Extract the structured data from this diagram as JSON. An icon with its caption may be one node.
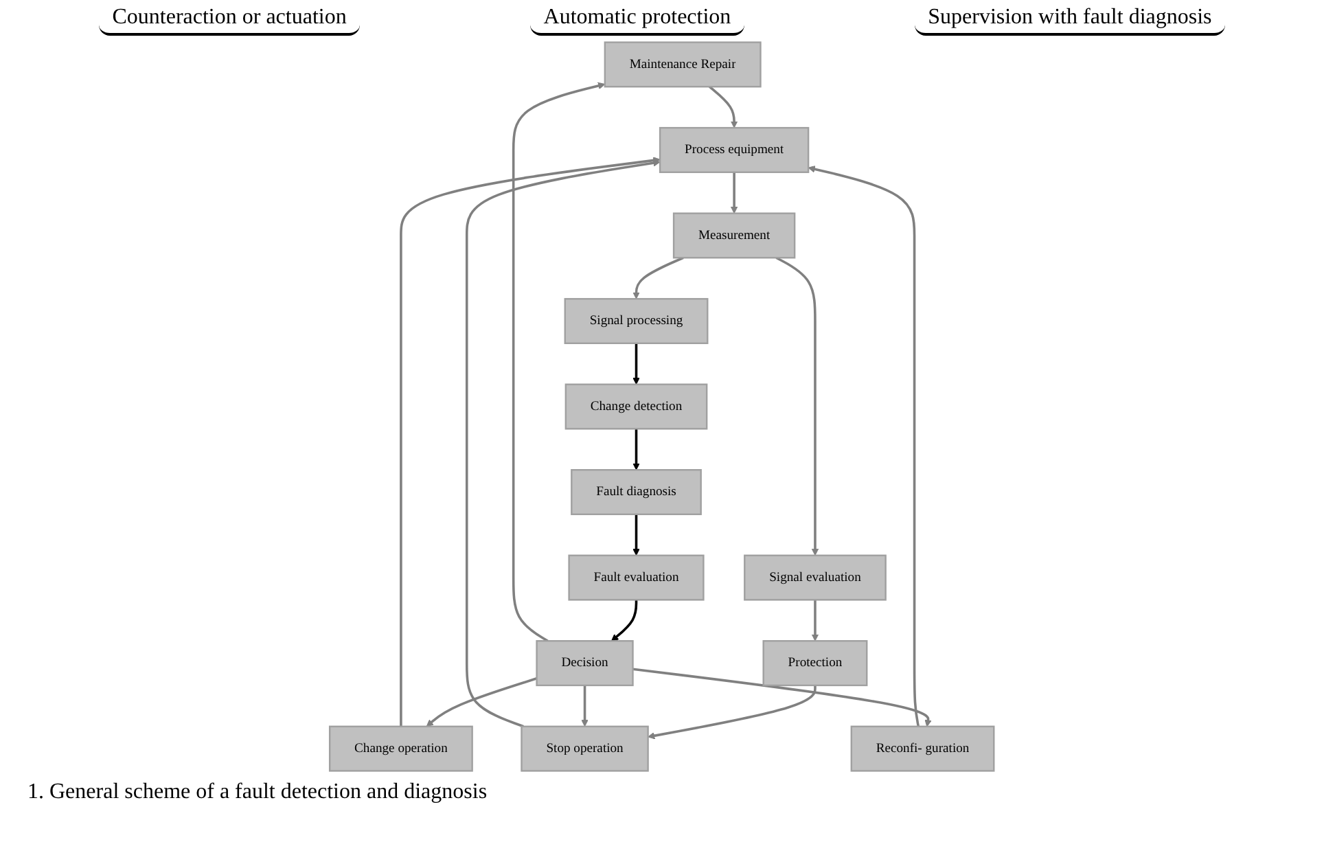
{
  "diagram": {
    "caption": "1. General scheme of a fault detection and diagnosis",
    "nodes": [
      {
        "text": [
          "Maintenance Repair"
        ]
      },
      {
        "text": [
          "Process equipment"
        ]
      },
      {
        "text": [
          "Change operation"
        ]
      },
      {
        "text": [
          "Reconfi- guration"
        ]
      },
      {
        "text": [
          "Stop operation"
        ]
      },
      {
        "text": [
          "Measurement"
        ]
      },
      {
        "text": [
          "Signal evaluation"
        ]
      },
      {
        "text": [
          "Protection"
        ]
      },
      {
        "text": [
          "Signal processing"
        ]
      },
      {
        "text": [
          "Change detection"
        ]
      },
      {
        "text": [
          "Fault diagnosis"
        ]
      },
      {
        "text": [
          "Fault evaluation"
        ]
      },
      {
        "text": [
          "Decision"
        ]
      }
    ],
    "edges": [
      {
        "from": 0,
        "to": 1,
        "arrow": "to"
      },
      {
        "from": 1,
        "to": 5,
        "arrow": "to"
      },
      {
        "from": 5,
        "to": 8,
        "arrow": "to"
      },
      {
        "from": 5,
        "to": 6,
        "arrow": "to"
      },
      {
        "from": 6,
        "to": 7,
        "arrow": "to"
      },
      {
        "from": 7,
        "to": 4,
        "arrow": "to"
      },
      {
        "from": 2,
        "to": 1,
        "arrow": "to"
      },
      {
        "from": 3,
        "to": 1,
        "arrow": "to"
      },
      {
        "from": 4,
        "to": 1,
        "arrow": "to"
      },
      {
        "from": 8,
        "to": 9,
        "arrow": "to",
        "color": "#000000"
      },
      {
        "from": 9,
        "to": 10,
        "arrow": "to",
        "color": "#000000"
      },
      {
        "from": 10,
        "to": 11,
        "arrow": "to",
        "color": "#000000"
      },
      {
        "from": 11,
        "to": 12,
        "arrow": "to",
        "color": "#000000"
      },
      {
        "from": 12,
        "to": 0,
        "arrow": "to"
      },
      {
        "from": 12,
        "to": 2,
        "arrow": "to"
      },
      {
        "from": 12,
        "to": 3,
        "arrow": "to"
      },
      {
        "from": 12,
        "to": 4,
        "arrow": "to"
      }
    ],
    "labels": [
      "Counteraction or actuation",
      "Automatic protection",
      "Supervision with fault diagnosis"
    ]
  }
}
